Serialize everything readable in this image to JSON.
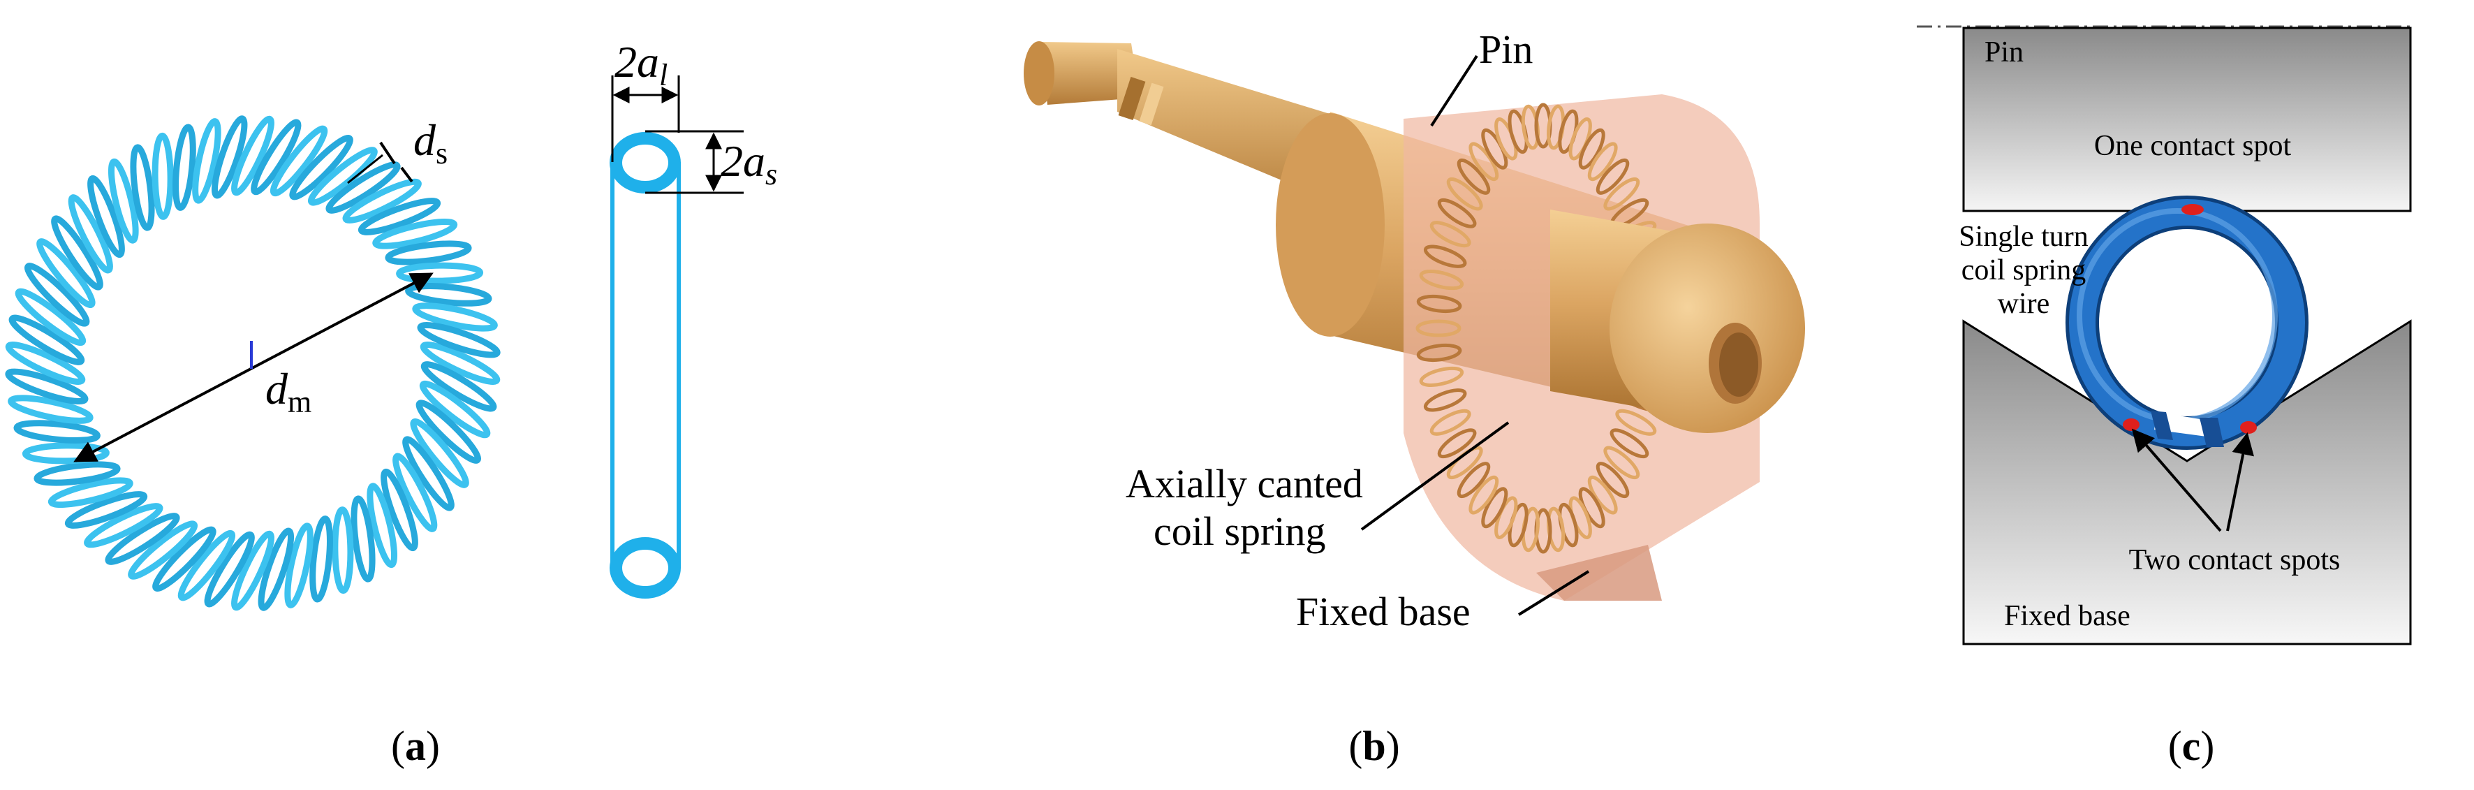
{
  "panel_a": {
    "ds_main": "d",
    "ds_sub": "s",
    "dm_main": "d",
    "dm_sub": "m",
    "al_main": "2a",
    "al_sub": "l",
    "as_main": "2a",
    "as_sub": "s",
    "caption": {
      "open": "(",
      "letter": "a",
      "close": ")"
    }
  },
  "panel_b": {
    "pin_label": "Pin",
    "spring_label_line1": "Axially canted",
    "spring_label_line2": "coil spring",
    "base_label": "Fixed base",
    "caption": {
      "open": "(",
      "letter": "b",
      "close": ")"
    }
  },
  "panel_c": {
    "pin_label": "Pin",
    "one_contact_label": "One contact spot",
    "wire_label_line1": "Single turn",
    "wire_label_line2": "coil spring",
    "wire_label_line3": "wire",
    "two_contact_label": "Two contact spots",
    "base_label": "Fixed base",
    "caption": {
      "open": "(",
      "letter": "c",
      "close": ")"
    }
  },
  "colors": {
    "spring_blue": "#2bb5e6",
    "brass": "#d9a35c",
    "base_pink": "#f0b8a2",
    "ring_blue": "#1f6fc2",
    "contact_red": "#e0201c"
  }
}
